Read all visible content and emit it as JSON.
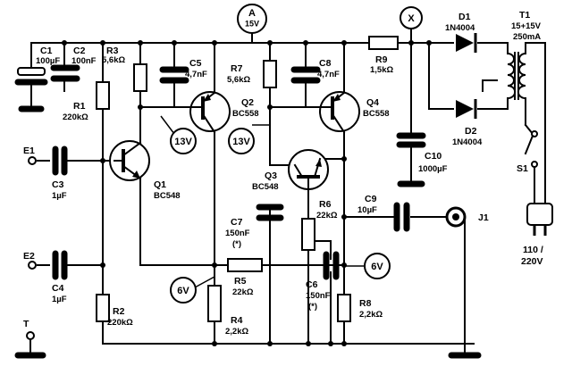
{
  "components": {
    "C1": {
      "ref": "C1",
      "value": "100µF"
    },
    "C2": {
      "ref": "C2",
      "value": "100nF"
    },
    "R3": {
      "ref": "R3",
      "value": "5,6kΩ"
    },
    "C5": {
      "ref": "C5",
      "value": "4,7nF"
    },
    "R7": {
      "ref": "R7",
      "value": "5,6kΩ"
    },
    "C8": {
      "ref": "C8",
      "value": "4,7nF"
    },
    "R9": {
      "ref": "R9",
      "value": "1,5kΩ"
    },
    "D1": {
      "ref": "D1",
      "value": "1N4004"
    },
    "D2": {
      "ref": "D2",
      "value": "1N4004"
    },
    "T1": {
      "ref": "T1",
      "value": "15+15V",
      "value2": "250mA"
    },
    "R1": {
      "ref": "R1",
      "value": "220kΩ"
    },
    "Q1": {
      "ref": "Q1",
      "value": "BC548"
    },
    "Q2": {
      "ref": "Q2",
      "value": "BC558"
    },
    "Q3": {
      "ref": "Q3",
      "value": "BC548"
    },
    "Q4": {
      "ref": "Q4",
      "value": "BC558"
    },
    "C3": {
      "ref": "C3",
      "value": "1µF"
    },
    "C4": {
      "ref": "C4",
      "value": "1µF"
    },
    "C10": {
      "ref": "C10",
      "value": "1000µF"
    },
    "S1": {
      "ref": "S1"
    },
    "R6": {
      "ref": "R6",
      "value": "22kΩ"
    },
    "C9": {
      "ref": "C9",
      "value": "10µF"
    },
    "C7": {
      "ref": "C7",
      "value": "150nF",
      "note": "(*)"
    },
    "R5": {
      "ref": "R5",
      "value": "22kΩ"
    },
    "C6": {
      "ref": "C6",
      "value": "150nF",
      "note": "(*)"
    },
    "R2": {
      "ref": "R2",
      "value": "220kΩ"
    },
    "R4": {
      "ref": "R4",
      "value": "2,2kΩ"
    },
    "R8": {
      "ref": "R8",
      "value": "2,2kΩ"
    }
  },
  "terminals": {
    "E1": "E1",
    "E2": "E2",
    "T": "T",
    "J1": "J1",
    "mains": "110 /",
    "mains2": "220V"
  },
  "meters": {
    "A": {
      "letter": "A",
      "value": "15V"
    },
    "X": "X",
    "v13a": "13V",
    "v13b": "13V",
    "v6a": "6V",
    "v6b": "6V"
  }
}
